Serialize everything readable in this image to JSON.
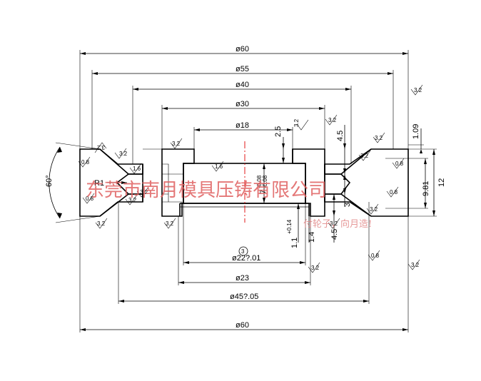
{
  "dimensions": {
    "d60_top": "ø60",
    "d55": "ø55",
    "d40": "ø40",
    "d30": "ø30",
    "d18": "ø18",
    "v2_5": "2.5",
    "v4_5_top": "4.5",
    "v1_09": "1.09",
    "v9_81": "9.81",
    "v12": "12",
    "v3": "3",
    "v4_5_bottom": "4.5",
    "v1_4": "1.4",
    "v1_1_main": "1.1",
    "v1_1_tol": "+0.14",
    "v7_main": "7",
    "v7_tol_upper": "-0.08",
    "v7_tol_lower": "-0.08",
    "angle60": "60°",
    "r1": "R1",
    "d22": "ø22?.01",
    "d23": "ø23",
    "d45": "ø45?.05",
    "d60_bottom": "ø60",
    "circled": "3"
  },
  "roughness": {
    "r32": "3.2",
    "r16": "1.6",
    "r08": "0.8"
  },
  "watermark": {
    "company": "东莞市南月模具压铸有限公司",
    "slogan": "付轮子，向月造!"
  }
}
